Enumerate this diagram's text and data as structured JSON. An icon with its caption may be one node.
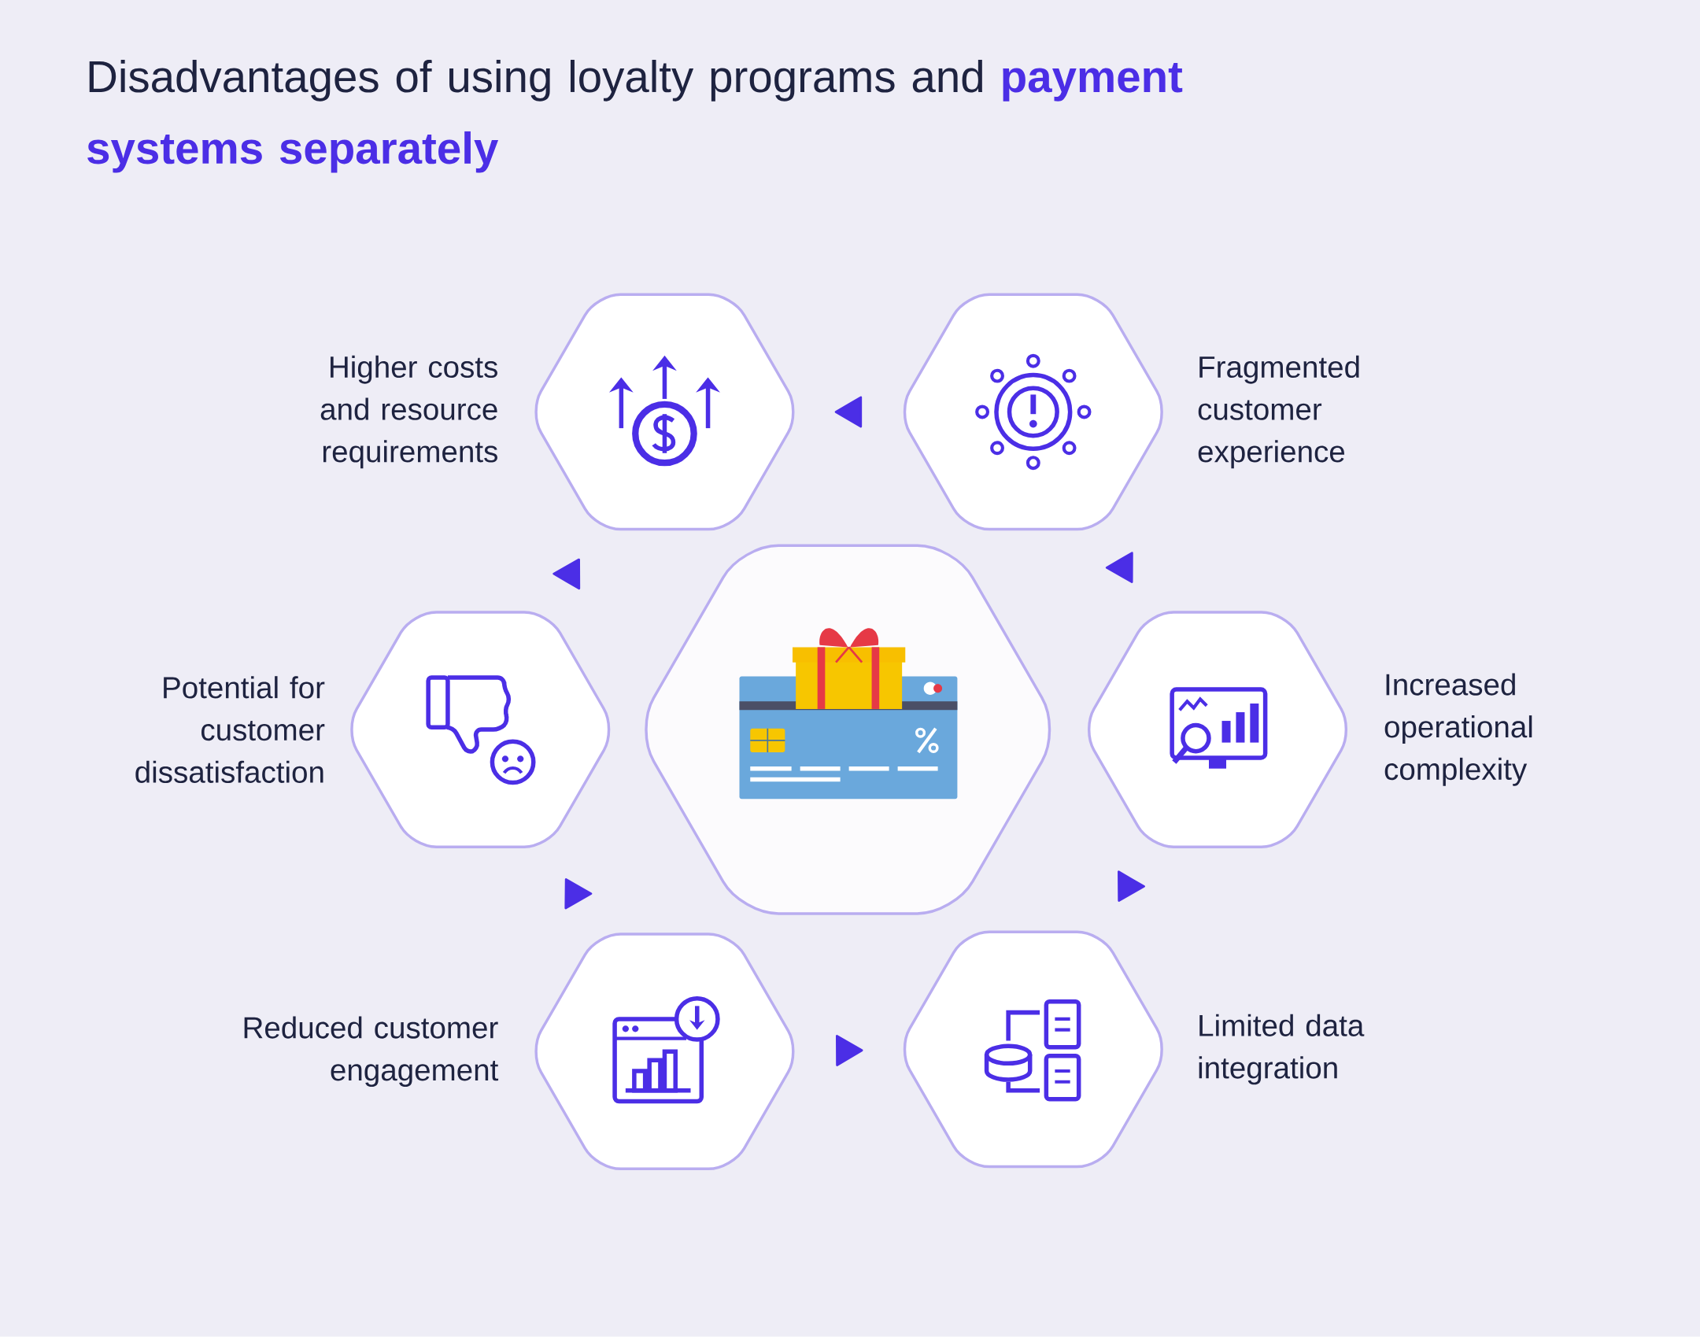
{
  "diagram": {
    "title": "Disadvantages of using loyalty programs and **payment systems separately**",
    "nodes": [
      {
        "text": [
          "Higher costs and resource requirements"
        ]
      },
      {
        "text": [
          "Fragmented customer experience"
        ]
      },
      {
        "text": [
          "Potential for customer dissatisfaction"
        ]
      },
      {
        "text": [],
        "shape": "hexagon"
      },
      {
        "text": [
          "Increased operational complexity"
        ]
      },
      {
        "text": [
          "Reduced customer engagement"
        ]
      },
      {
        "text": [
          "Limited data integration"
        ]
      }
    ],
    "edges": [
      {
        "from": 1,
        "to": 0,
        "arrow": "to"
      },
      {
        "from": 2,
        "to": 0,
        "arrow": "to"
      },
      {
        "from": 1,
        "to": 4,
        "arrow": "to"
      },
      {
        "from": 5,
        "to": 2,
        "arrow": "to"
      },
      {
        "from": 5,
        "to": 6,
        "arrow": "to"
      },
      {
        "from": 4,
        "to": 6,
        "arrow": "to"
      }
    ]
  }
}
